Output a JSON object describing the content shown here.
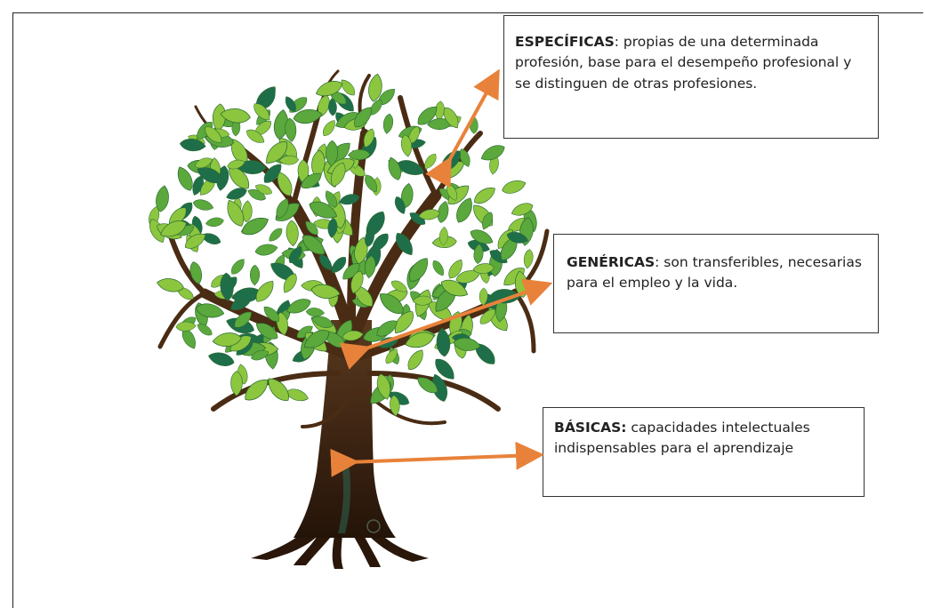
{
  "boxes": {
    "especificas": {
      "term": "ESPECÍFICAS",
      "text": ":  propias de una determinada profesión, base para el desempeño profesional y se distinguen de otras profesiones."
    },
    "genericas": {
      "term": "GENÉRICAS",
      "text": ": son transferibles, necesarias para el empleo y la vida."
    },
    "basicas": {
      "term": "BÁSICAS:",
      "text": " capacidades intelectuales indispensables para el aprendizaje"
    }
  },
  "colors": {
    "arrow": "#e8823a",
    "leaf_light": "#8cc63f",
    "leaf_mid": "#5ba83c",
    "leaf_dark": "#1f6e4a",
    "trunk": "#3d2414"
  }
}
